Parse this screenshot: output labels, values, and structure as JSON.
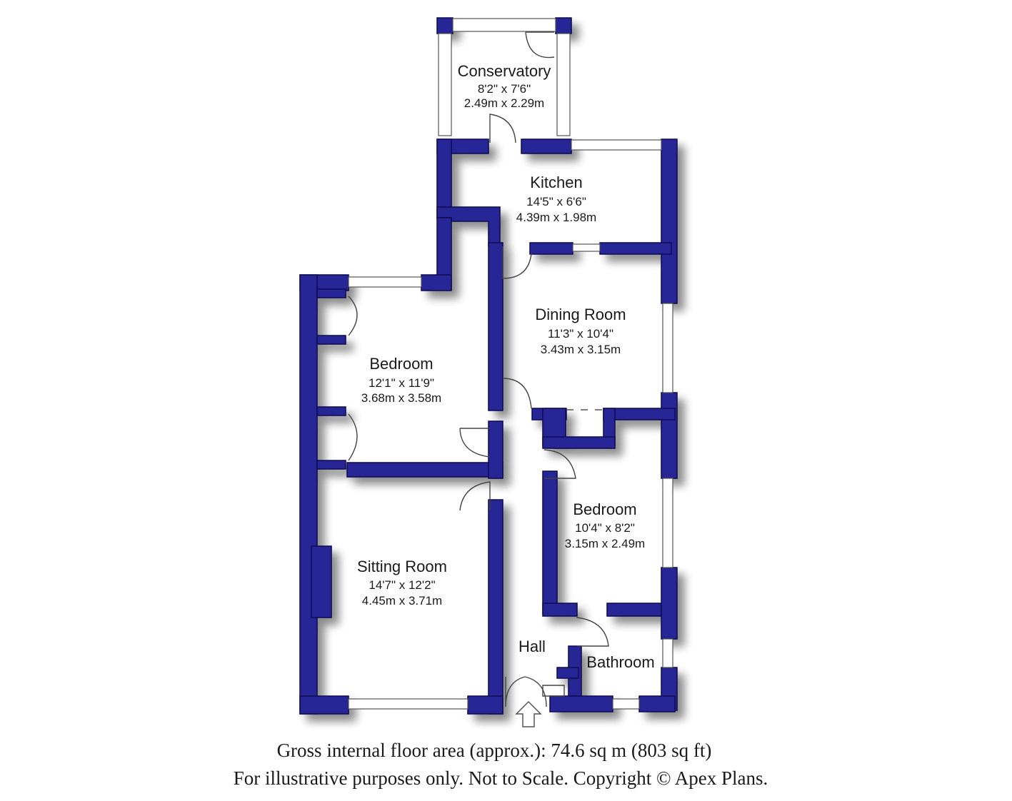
{
  "rooms": {
    "conservatory": {
      "name": "Conservatory",
      "imperial": "8'2\" x 7'6\"",
      "metric": "2.49m x 2.29m"
    },
    "kitchen": {
      "name": "Kitchen",
      "imperial": "14'5\" x 6'6\"",
      "metric": "4.39m x 1.98m"
    },
    "dining": {
      "name": "Dining Room",
      "imperial": "11'3\" x 10'4\"",
      "metric": "3.43m x 3.15m"
    },
    "bedroom1": {
      "name": "Bedroom",
      "imperial": "12'1\" x 11'9\"",
      "metric": "3.68m x 3.58m"
    },
    "bedroom2": {
      "name": "Bedroom",
      "imperial": "10'4\" x 8'2\"",
      "metric": "3.15m x 2.49m"
    },
    "sitting": {
      "name": "Sitting Room",
      "imperial": "14'7\" x 12'2\"",
      "metric": "4.45m x 3.71m"
    },
    "hall": {
      "name": "Hall"
    },
    "bathroom": {
      "name": "Bathroom"
    }
  },
  "caption": {
    "area": "Gross internal floor area (approx.): 74.6 sq m (803 sq ft)",
    "disclaimer": "For illustrative purposes only. Not to Scale. Copyright © Apex Plans."
  },
  "colors": {
    "wall": "#282796",
    "wall_edge": "#0c0b50",
    "background": "#ffffff"
  }
}
